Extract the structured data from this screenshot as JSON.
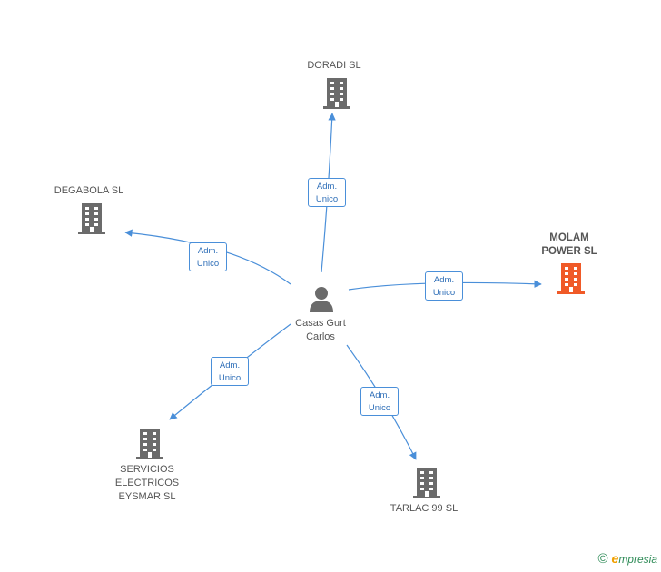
{
  "center": {
    "name": "Casas Gurt\nCarlos"
  },
  "nodes": [
    {
      "id": "doradi",
      "label": "DORADI  SL",
      "highlight": false
    },
    {
      "id": "degabola",
      "label": "DEGABOLA  SL",
      "highlight": false
    },
    {
      "id": "molam",
      "label": "MOLAM\nPOWER SL",
      "highlight": true
    },
    {
      "id": "servicios",
      "label": "SERVICIOS\nELECTRICOS\nEYSMAR SL",
      "highlight": false
    },
    {
      "id": "tarlac",
      "label": "TARLAC 99 SL",
      "highlight": false
    }
  ],
  "edges": [
    {
      "to": "doradi",
      "role_line1": "Adm.",
      "role_line2": "Unico"
    },
    {
      "to": "degabola",
      "role_line1": "Adm.",
      "role_line2": "Unico"
    },
    {
      "to": "molam",
      "role_line1": "Adm.",
      "role_line2": "Unico"
    },
    {
      "to": "servicios",
      "role_line1": "Adm.",
      "role_line2": "Unico"
    },
    {
      "to": "tarlac",
      "role_line1": "Adm.",
      "role_line2": "Unico"
    }
  ],
  "colors": {
    "edge": "#4a8fd9",
    "building": "#6b6b6b",
    "highlight_building": "#f05a28",
    "person": "#6b6b6b"
  },
  "footer": {
    "copyright": "©",
    "brand_initial": "e",
    "brand_rest": "mpresia"
  }
}
